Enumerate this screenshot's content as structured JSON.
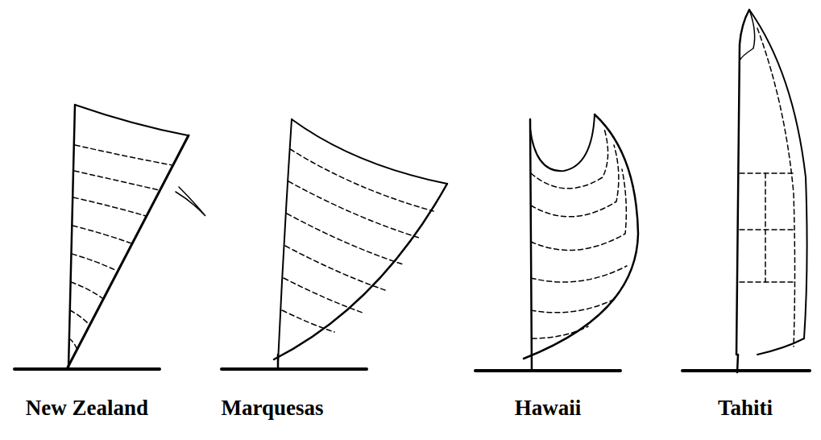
{
  "diagram": {
    "labels": [
      "New Zealand",
      "Marquesas",
      "Hawaii",
      "Tahiti"
    ]
  }
}
